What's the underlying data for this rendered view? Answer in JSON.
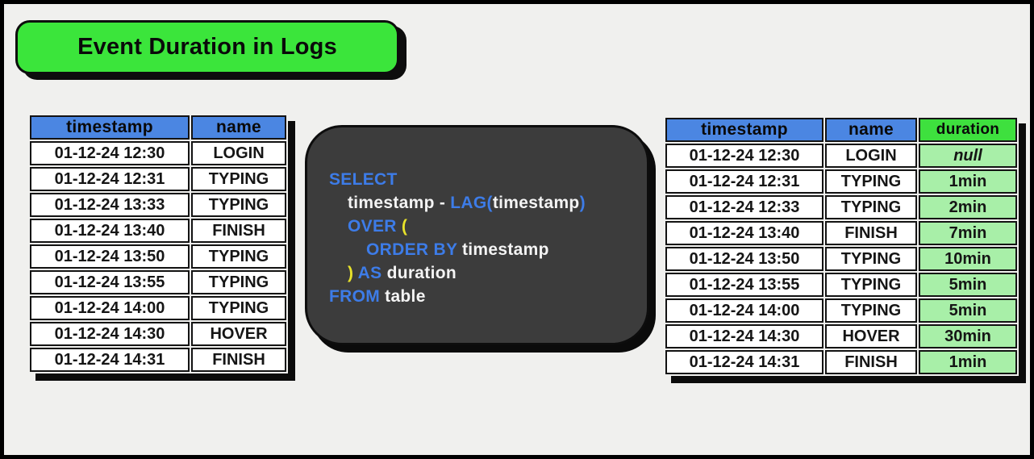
{
  "page": {
    "title_banner": "Event Duration in Logs"
  },
  "colors": {
    "banner_green": "#3be53b",
    "header_blue": "#4b86e2",
    "duration_header_green": "#3ee03e",
    "duration_cell_green": "#a8efa8",
    "code_background": "#3c3c3c",
    "code_keyword_blue": "#3d7ce8",
    "code_paren_yellow": "#e8e22a",
    "code_text_white": "#f4f4f4",
    "page_background": "#f0f0ee"
  },
  "source_table": {
    "columns": [
      "timestamp",
      "name"
    ],
    "rows": [
      [
        "01-12-24 12:30",
        "LOGIN"
      ],
      [
        "01-12-24 12:31",
        "TYPING"
      ],
      [
        "01-12-24 13:33",
        "TYPING"
      ],
      [
        "01-12-24 13:40",
        "FINISH"
      ],
      [
        "01-12-24 13:50",
        "TYPING"
      ],
      [
        "01-12-24 13:55",
        "TYPING"
      ],
      [
        "01-12-24 14:00",
        "TYPING"
      ],
      [
        "01-12-24 14:30",
        "HOVER"
      ],
      [
        "01-12-24 14:31",
        "FINISH"
      ]
    ]
  },
  "sql_query": {
    "lines": [
      {
        "indent": 0,
        "segments": [
          {
            "text": "SELECT",
            "color": "keyword"
          }
        ]
      },
      {
        "indent": 2,
        "segments": [
          {
            "text": "timestamp - ",
            "color": "plain"
          },
          {
            "text": "LAG(",
            "color": "keyword"
          },
          {
            "text": "timestamp",
            "color": "plain"
          },
          {
            "text": ")",
            "color": "keyword"
          }
        ]
      },
      {
        "indent": 2,
        "segments": [
          {
            "text": "OVER ",
            "color": "keyword"
          },
          {
            "text": "(",
            "color": "paren"
          }
        ]
      },
      {
        "indent": 4,
        "segments": [
          {
            "text": "ORDER BY ",
            "color": "keyword"
          },
          {
            "text": "timestamp",
            "color": "plain"
          }
        ]
      },
      {
        "indent": 2,
        "segments": [
          {
            "text": ") ",
            "color": "paren"
          },
          {
            "text": "AS ",
            "color": "keyword"
          },
          {
            "text": "duration",
            "color": "plain"
          }
        ]
      },
      {
        "indent": 0,
        "segments": [
          {
            "text": "FROM ",
            "color": "keyword"
          },
          {
            "text": "table",
            "color": "plain"
          }
        ]
      }
    ]
  },
  "result_table": {
    "columns": [
      "timestamp",
      "name",
      "duration"
    ],
    "rows": [
      {
        "timestamp": "01-12-24 12:30",
        "name": "LOGIN",
        "duration": "null",
        "is_null": true
      },
      {
        "timestamp": "01-12-24 12:31",
        "name": "TYPING",
        "duration": "1min"
      },
      {
        "timestamp": "01-12-24 12:33",
        "name": "TYPING",
        "duration": "2min"
      },
      {
        "timestamp": "01-12-24 13:40",
        "name": "FINISH",
        "duration": "7min"
      },
      {
        "timestamp": "01-12-24 13:50",
        "name": "TYPING",
        "duration": "10min"
      },
      {
        "timestamp": "01-12-24 13:55",
        "name": "TYPING",
        "duration": "5min"
      },
      {
        "timestamp": "01-12-24 14:00",
        "name": "TYPING",
        "duration": "5min"
      },
      {
        "timestamp": "01-12-24 14:30",
        "name": "HOVER",
        "duration": "30min"
      },
      {
        "timestamp": "01-12-24 14:31",
        "name": "FINISH",
        "duration": "1min"
      }
    ]
  }
}
